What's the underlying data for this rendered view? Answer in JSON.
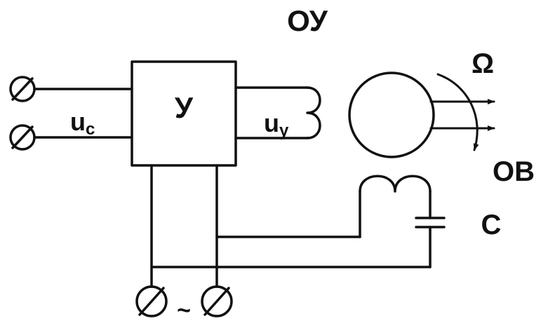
{
  "labels": {
    "title": "ОУ",
    "amplifier": "У",
    "input_main": "u",
    "input_sub": "c",
    "output_main": "u",
    "output_sub": "y",
    "omega": "Ω",
    "winding": "ОВ",
    "capacitor": "С",
    "ac_symbol": "~"
  },
  "colors": {
    "ink": "#111111",
    "background": "#ffffff"
  },
  "icons": {
    "terminal": "circle-with-slash",
    "motor": "circle",
    "coil": "inductor-loops",
    "capacitor": "parallel-plates",
    "rotation": "curved-arrow"
  }
}
